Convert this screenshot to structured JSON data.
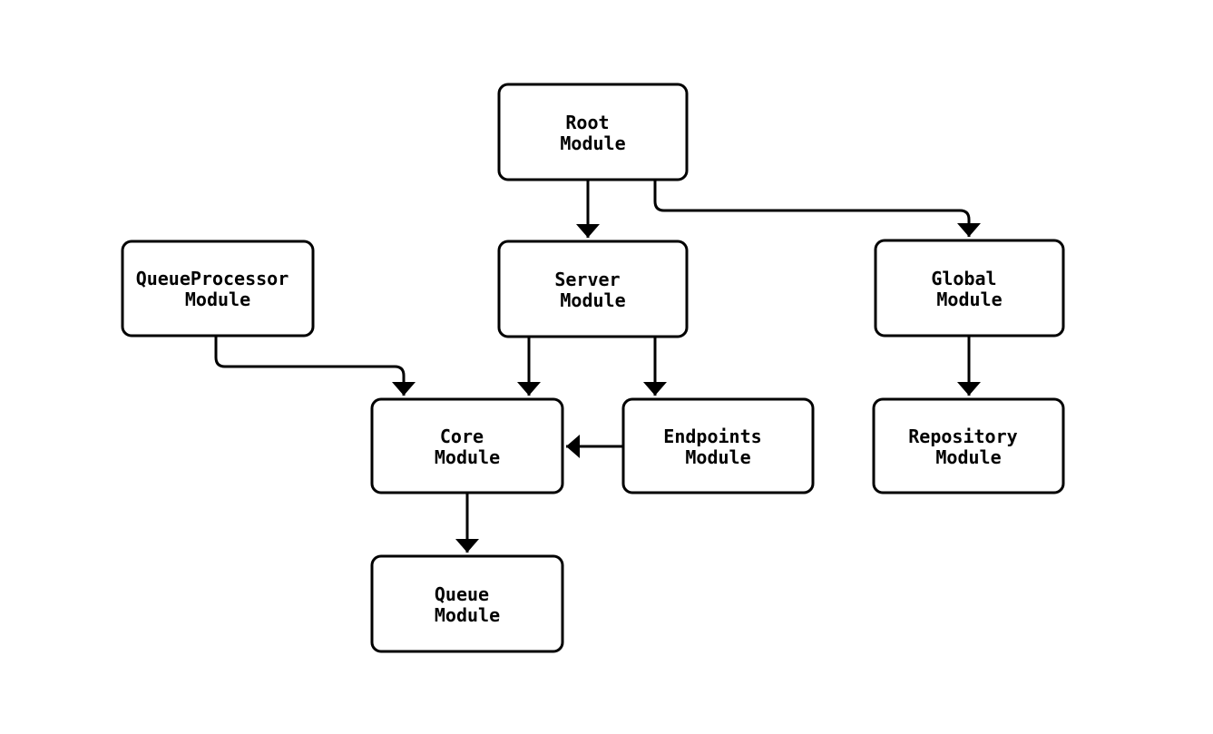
{
  "diagram": {
    "kind": "module-dependency-flowchart",
    "orientation": "top-down",
    "colors": {
      "background": "#ffffff",
      "node_fill": "#ffffff",
      "node_border": "#000000",
      "edge": "#000000",
      "text": "#000000"
    },
    "nodes": {
      "root": {
        "line1": "Root",
        "line2": "Module"
      },
      "queueprocessor": {
        "line1": "QueueProcessor",
        "line2": "Module"
      },
      "server": {
        "line1": "Server",
        "line2": "Module"
      },
      "global": {
        "line1": "Global",
        "line2": "Module"
      },
      "core": {
        "line1": "Core",
        "line2": "Module"
      },
      "endpoints": {
        "line1": "Endpoints",
        "line2": "Module"
      },
      "repository": {
        "line1": "Repository",
        "line2": "Module"
      },
      "queue": {
        "line1": "Queue",
        "line2": "Module"
      }
    },
    "edges": [
      {
        "from": "Root Module",
        "to": "Server Module"
      },
      {
        "from": "Root Module",
        "to": "Global Module"
      },
      {
        "from": "QueueProcessor Module",
        "to": "Core Module"
      },
      {
        "from": "Server Module",
        "to": "Core Module"
      },
      {
        "from": "Server Module",
        "to": "Endpoints Module"
      },
      {
        "from": "Endpoints Module",
        "to": "Core Module"
      },
      {
        "from": "Global Module",
        "to": "Repository Module"
      },
      {
        "from": "Core Module",
        "to": "Queue Module"
      }
    ]
  }
}
